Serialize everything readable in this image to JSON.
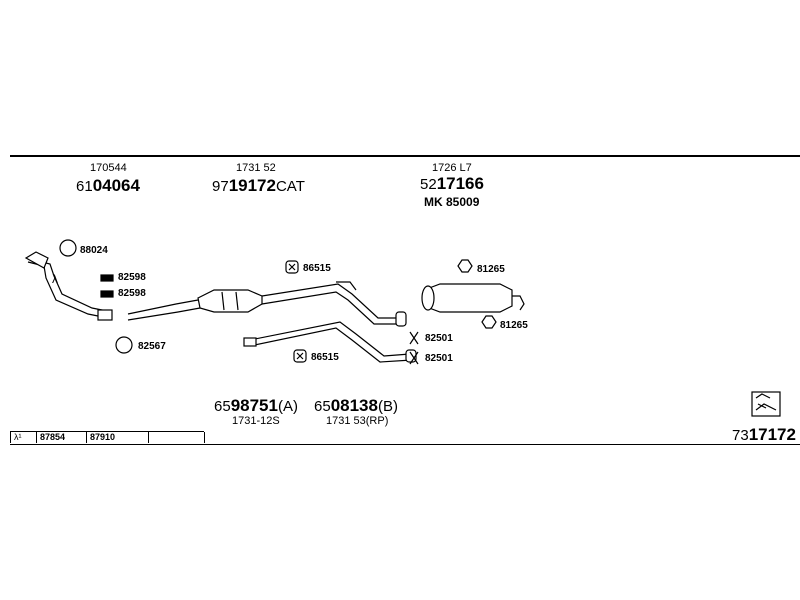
{
  "parts_top": [
    {
      "oe": "170544",
      "prefix": "61",
      "num": "04064",
      "suffix": ""
    },
    {
      "oe": "1731 52",
      "prefix": "97",
      "num": "19172",
      "suffix": "CAT"
    },
    {
      "oe": "1726 L7",
      "prefix": "52",
      "num": "17166",
      "suffix": "",
      "sub": "MK  85009"
    }
  ],
  "parts_bottom": [
    {
      "prefix": "65",
      "num": "98751",
      "suffix": "(A)",
      "oe": "1731-12S"
    },
    {
      "prefix": "65",
      "num": "08138",
      "suffix": "(B)",
      "oe": "1731 53(RP)"
    }
  ],
  "accessories": {
    "gasket_88024": "88024",
    "clamp_82598_a": "82598",
    "clamp_82598_b": "82598",
    "ring_82567": "82567",
    "rubber_86515_a": "86515",
    "rubber_86515_b": "86515",
    "mount_81265_a": "81265",
    "mount_81265_b": "81265",
    "clamp_82501_a": "82501",
    "clamp_82501_b": "82501"
  },
  "lambda_label": "λ",
  "kit": {
    "prefix": "73",
    "num": "17172"
  },
  "table": {
    "head": "λ¹",
    "cells": [
      "87854",
      "87910",
      ""
    ]
  }
}
